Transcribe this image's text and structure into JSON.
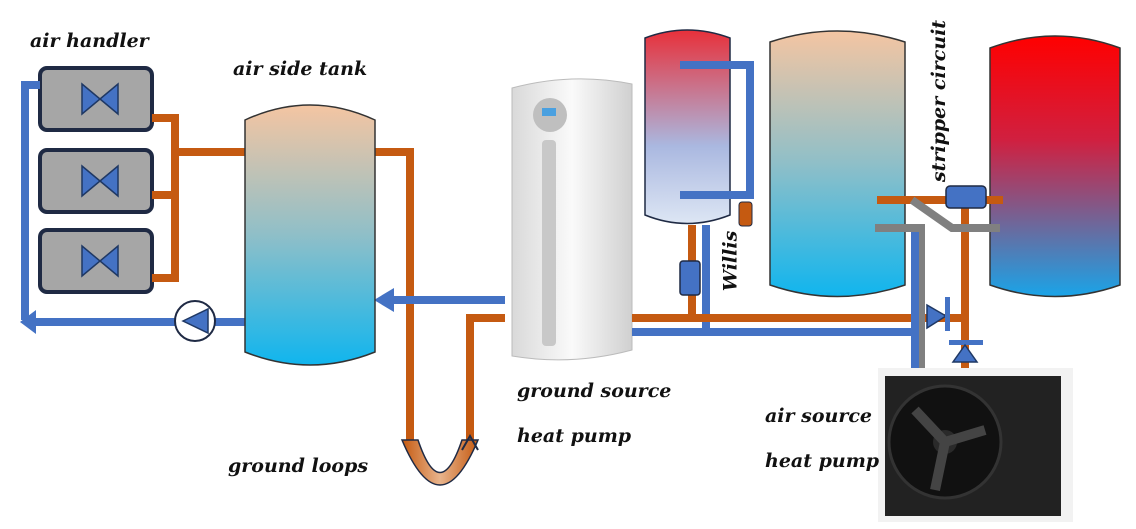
{
  "labels": {
    "air_handler": "air handler",
    "air_side_tank": "air side tank",
    "ground_source_1": "ground source",
    "ground_source_2": "heat pump",
    "ground_loops": "ground loops",
    "willis": "Willis",
    "stripper": "stripper circuit",
    "air_source_1": "air source",
    "air_source_2": "heat pump"
  },
  "colors": {
    "hot_pipe": "#c55a11",
    "cold_pipe": "#4472c4",
    "bypass_pipe": "#808080"
  }
}
